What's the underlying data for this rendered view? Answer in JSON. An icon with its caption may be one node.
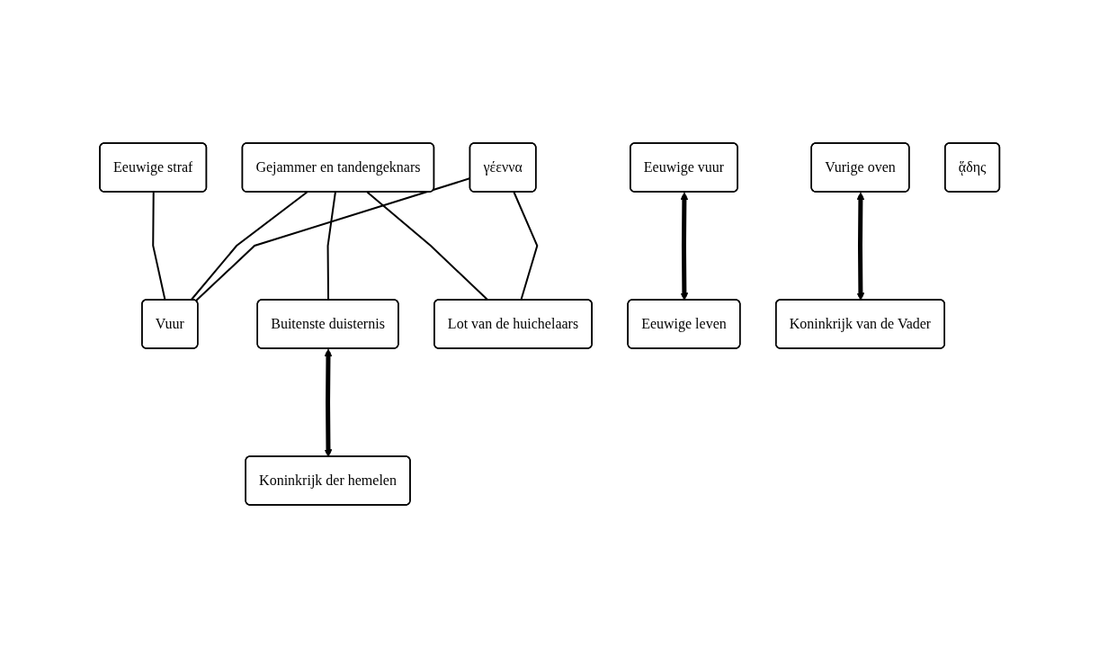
{
  "diagram": {
    "nodes": [
      {
        "text": [
          "γέεννα"
        ]
      },
      {
        "text": [
          "Gejammer en tandengeknars"
        ]
      },
      {
        "text": [
          "ᾅδης"
        ]
      },
      {
        "text": [
          "Eeuwige straf"
        ]
      },
      {
        "text": [
          "Vuur"
        ]
      },
      {
        "text": [
          "Buitenste duisternis"
        ]
      },
      {
        "text": [
          "Lot van de huichelaars"
        ]
      },
      {
        "text": [
          "Eeuwige vuur"
        ]
      },
      {
        "text": [
          "Vurige oven"
        ]
      },
      {
        "text": [
          "Eeuwige leven"
        ]
      },
      {
        "text": [
          "Koninkrijk van de Vader"
        ]
      },
      {
        "text": [
          "Koninkrijk der hemelen"
        ]
      }
    ],
    "edges": [
      {
        "from": 0,
        "to": 4,
        "arrow": "none"
      },
      {
        "from": 0,
        "to": 6,
        "arrow": "none"
      },
      {
        "from": 1,
        "to": 4,
        "arrow": "none"
      },
      {
        "from": 1,
        "to": 5,
        "arrow": "none"
      },
      {
        "from": 1,
        "to": 6,
        "arrow": "none"
      },
      {
        "from": 3,
        "to": 4,
        "arrow": "none"
      },
      {
        "from": 7,
        "to": 9,
        "arrow": "both",
        "style": "thick"
      },
      {
        "from": 8,
        "to": 10,
        "arrow": "both",
        "style": "thick"
      },
      {
        "from": 5,
        "to": 11,
        "arrow": "both",
        "style": "thick"
      }
    ]
  }
}
